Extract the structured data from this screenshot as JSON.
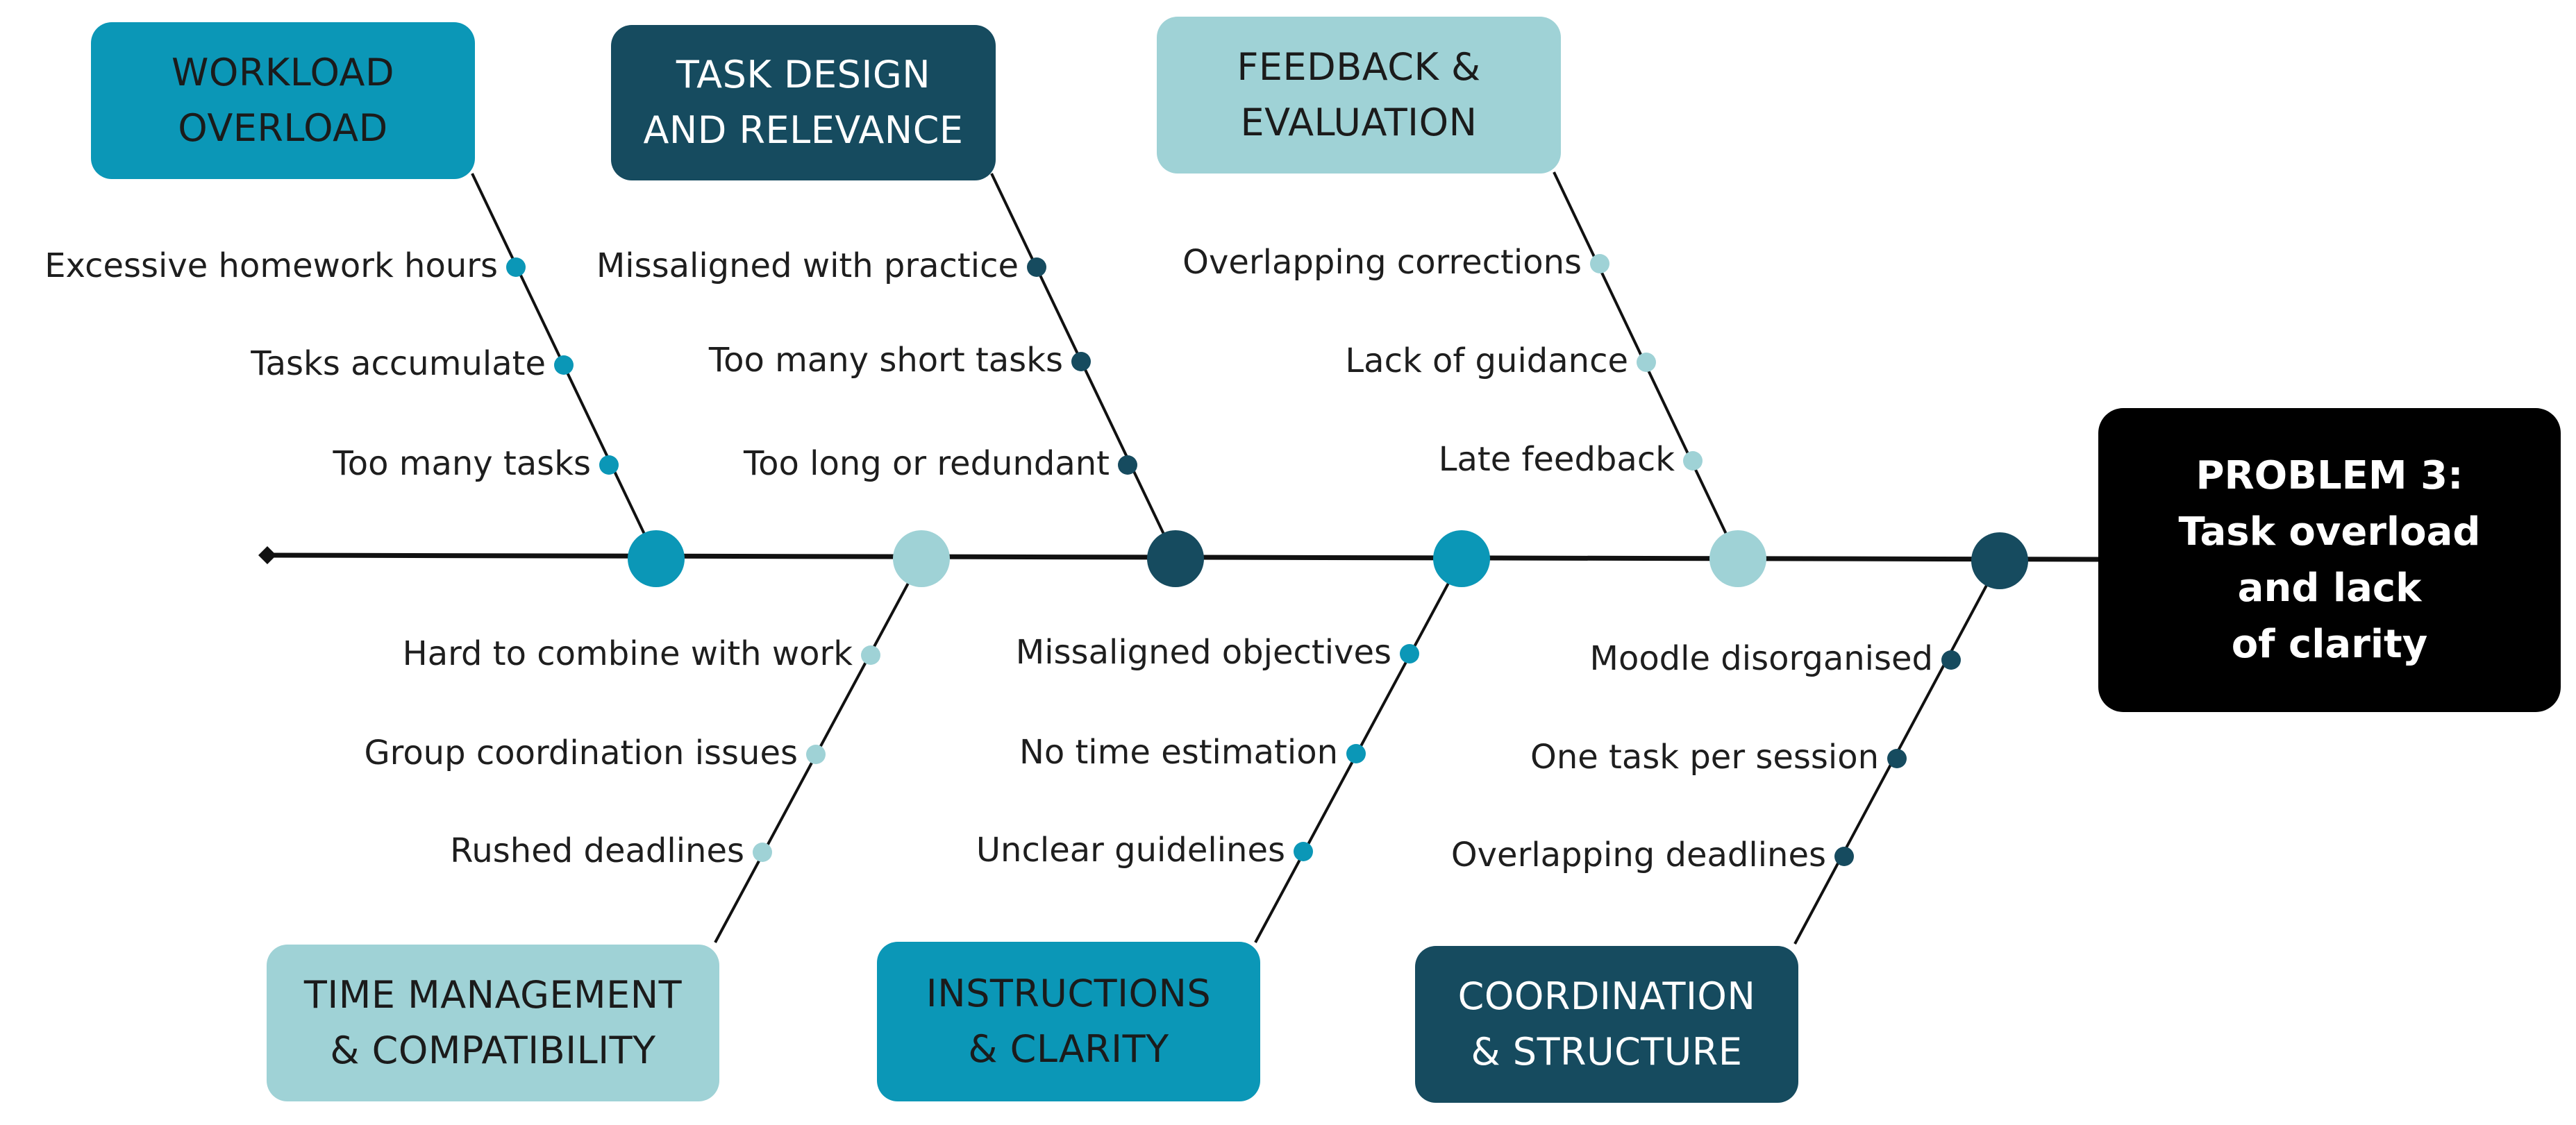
{
  "colors": {
    "teal": "#0b97b7",
    "dark_teal": "#164b5f",
    "light_teal": "#9fd2d6",
    "line": "#111111",
    "problem_bg": "#000000"
  },
  "problem": {
    "text": "PROBLEM 3:\nTask overload\nand lack\nof clarity"
  },
  "categories": [
    {
      "label": "WORKLOAD\nOVERLOAD",
      "color": "teal",
      "causes": [
        "Excessive homework hours",
        "Tasks accumulate",
        "Too many tasks"
      ]
    },
    {
      "label": "TASK DESIGN\nAND RELEVANCE",
      "color": "dark_teal",
      "causes": [
        "Missaligned with practice",
        "Too many short tasks",
        "Too long or redundant"
      ]
    },
    {
      "label": "FEEDBACK &\nEVALUATION",
      "color": "light_teal",
      "causes": [
        "Overlapping corrections",
        "Lack of guidance",
        "Late feedback"
      ]
    },
    {
      "label": "TIME MANAGEMENT\n& COMPATIBILITY",
      "color": "light_teal",
      "causes": [
        "Hard to combine with work",
        "Group coordination issues",
        "Rushed deadlines"
      ]
    },
    {
      "label": "INSTRUCTIONS\n& CLARITY",
      "color": "teal",
      "causes": [
        "Missaligned objectives",
        "No time estimation",
        "Unclear guidelines"
      ]
    },
    {
      "label": "COORDINATION\n& STRUCTURE",
      "color": "dark_teal",
      "causes": [
        "Moodle disorganised",
        "One task per session",
        "Overlapping deadlines"
      ]
    }
  ]
}
